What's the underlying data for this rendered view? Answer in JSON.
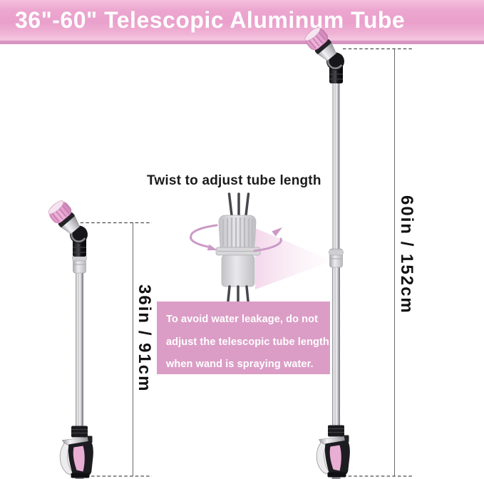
{
  "header": {
    "title": "36\"-60\" Telescopic Aluminum Tube"
  },
  "diagram": {
    "twist_caption": "Twist to adjust tube length",
    "left_dimension_label": "36in / 91cm",
    "right_dimension_label": "60in / 152cm",
    "warning": {
      "lines": [
        "To avoid water leakage, do not",
        "adjust the telescopic tube length",
        "when wand is spraying water."
      ]
    }
  },
  "figures": {
    "left_wand": "collapsed-watering-wand-illustration",
    "right_wand": "extended-watering-wand-illustration",
    "mechanism": "twist-coupler-illustration",
    "callout": "zoom-callout-beam"
  },
  "colors": {
    "banner_pink": "#eba4ce",
    "banner_edge_pink": "#d794c1",
    "warning_box_pink": "#db9dc6",
    "nozzle_head_pink": "#eeb0d8",
    "grip_pink": "#e9aed3",
    "rotation_arrow_pink": "#cb9ac7",
    "metal_gray": "#c9c9cd",
    "dimension_line_gray": "#6a6a6a",
    "text_black": "#1b1b1b",
    "text_white": "#ffffff"
  }
}
